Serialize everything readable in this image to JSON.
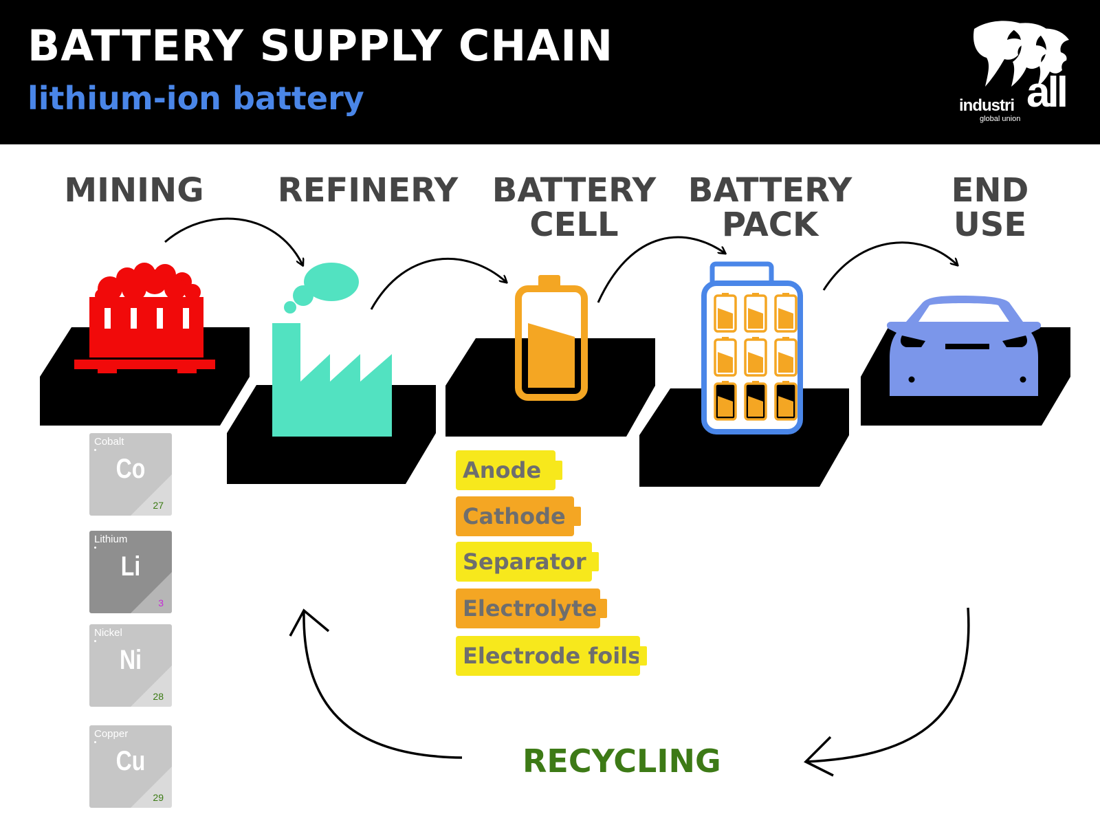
{
  "header": {
    "title": "BATTERY SUPPLY CHAIN",
    "subtitle": "lithium-ion battery",
    "logo_word": "industri",
    "logo_all": "all",
    "logo_tagline": "global union"
  },
  "stages": [
    {
      "label": "MINING",
      "color": "#f10a0a",
      "icon": "mine-cart-icon"
    },
    {
      "label": "REFINERY",
      "color": "#52e2c1",
      "icon": "factory-icon"
    },
    {
      "label": "BATTERY\nCELL",
      "color": "#f4a623",
      "icon": "battery-cell-icon"
    },
    {
      "label": "BATTERY\nPACK",
      "color": "#4a86e8",
      "icon": "battery-pack-icon"
    },
    {
      "label": "END\nUSE",
      "color": "#7b96ea",
      "icon": "car-icon"
    }
  ],
  "elements": [
    {
      "name": "Cobalt",
      "symbol": "Co",
      "number": "27",
      "color": "#c6c6c6",
      "number_color": "#3a7a12"
    },
    {
      "name": "Lithium",
      "symbol": "Li",
      "number": "3",
      "color": "#8f8f8f",
      "number_color": "#c52bd6"
    },
    {
      "name": "Nickel",
      "symbol": "Ni",
      "number": "28",
      "color": "#c6c6c6",
      "number_color": "#3a7a12"
    },
    {
      "name": "Copper",
      "symbol": "Cu",
      "number": "29",
      "color": "#c6c6c6",
      "number_color": "#3a7a12"
    }
  ],
  "components": [
    {
      "label": "Anode",
      "color": "#f7e81c"
    },
    {
      "label": "Cathode",
      "color": "#f4a623"
    },
    {
      "label": "Separator",
      "color": "#f7e81c"
    },
    {
      "label": "Electrolyte",
      "color": "#f4a623"
    },
    {
      "label": "Electrode foils",
      "color": "#f7e81c"
    }
  ],
  "recycling_label": "RECYCLING",
  "colors": {
    "header_bg": "#000000",
    "subtitle": "#4a86e8",
    "stage_text": "#454545",
    "recycling": "#3d7a16"
  }
}
